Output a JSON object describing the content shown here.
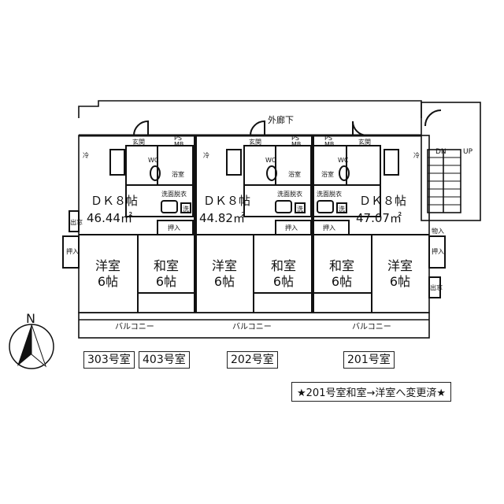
{
  "corridor": "外廊下",
  "balcony": "バルコニー",
  "north": "N",
  "stairs": {
    "down": "DN",
    "up": "UP"
  },
  "units": [
    {
      "dk": "ＤＫ８帖",
      "area": "46.44㎡",
      "rooms": [
        "洋室\n6帖",
        "和室\n6帖"
      ]
    },
    {
      "dk": "ＤＫ８帖",
      "area": "44.82㎡",
      "rooms": [
        "洋室\n6帖",
        "和室\n6帖"
      ]
    },
    {
      "dk": "ＤＫ８帖",
      "area": "47.07㎡",
      "rooms": [
        "和室\n6帖",
        "洋室\n6帖"
      ]
    }
  ],
  "fixtures": {
    "entrance": "玄関",
    "wc": "WC",
    "bath": "浴室",
    "washroom": "洗面脱衣",
    "closet": "押入",
    "storage": "物入",
    "ps": "PS",
    "mb": "MB",
    "fridge": "冷",
    "wash": "洗",
    "storage_alt": "出窓"
  },
  "room_labels": [
    "303号室",
    "403号室",
    "202号室",
    "201号室"
  ],
  "note": "★201号室和室→洋室へ変更済★"
}
